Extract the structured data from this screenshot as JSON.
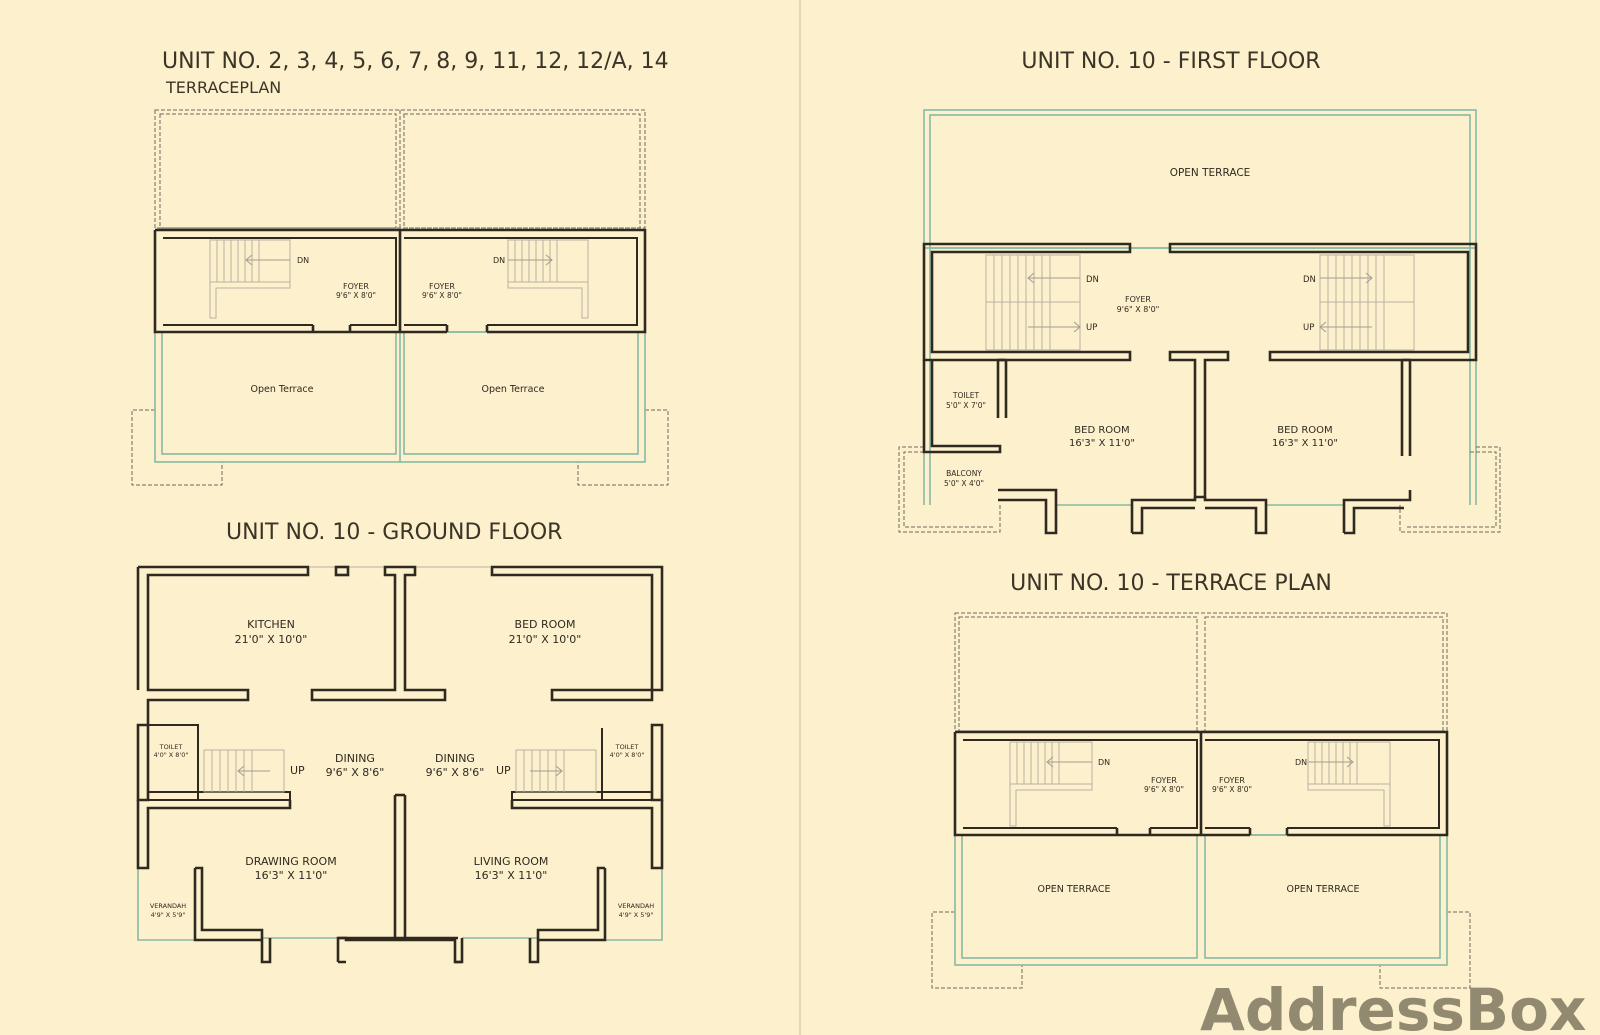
{
  "plans": {
    "p1": {
      "title": "UNIT NO. 2, 3, 4, 5, 6, 7, 8, 9, 11, 12, 12/A, 14",
      "subtitle": "TERRACEPLAN",
      "dn_left": "DN",
      "dn_right": "DN",
      "foyer_left": "FOYER",
      "foyer_left_dim": "9'6\" X 8'0\"",
      "foyer_right": "FOYER",
      "foyer_right_dim": "9'6\" X 8'0\"",
      "terrace_left": "Open Terrace",
      "terrace_right": "Open Terrace"
    },
    "p2": {
      "title": "UNIT NO. 10 - GROUND FLOOR",
      "kitchen": "KITCHEN",
      "kitchen_dim": "21'0\" X 10'0\"",
      "bedroom": "BED ROOM",
      "bedroom_dim": "21'0\" X 10'0\"",
      "toilet_left": "TOILET",
      "toilet_left_dim": "4'0\" X 8'0\"",
      "toilet_right": "TOILET",
      "toilet_right_dim": "4'0\" X 8'0\"",
      "up_left": "UP",
      "up_right": "UP",
      "dining_left": "DINING",
      "dining_left_dim": "9'6\" X 8'6\"",
      "dining_right": "DINING",
      "dining_right_dim": "9'6\" X 8'6\"",
      "drawing": "DRAWING ROOM",
      "drawing_dim": "16'3\" X 11'0\"",
      "living": "LIVING ROOM",
      "living_dim": "16'3\" X 11'0\"",
      "verandah_left": "VERANDAH",
      "verandah_left_dim": "4'9\" X 5'9\"",
      "verandah_right": "VERANDAH",
      "verandah_right_dim": "4'9\" X 5'9\""
    },
    "p3": {
      "title": "UNIT NO. 10 - FIRST FLOOR",
      "open_terrace": "OPEN TERRACE",
      "dn_left": "DN",
      "up_left": "UP",
      "dn_right": "DN",
      "up_right": "UP",
      "foyer": "FOYER",
      "foyer_dim": "9'6\" X 8'0\"",
      "toilet": "TOILET",
      "toilet_dim": "5'0\" X 7'0\"",
      "balcony": "BALCONY",
      "balcony_dim": "5'0\" X 4'0\"",
      "bed_left": "BED ROOM",
      "bed_left_dim": "16'3\" X 11'0\"",
      "bed_right": "BED ROOM",
      "bed_right_dim": "16'3\" X 11'0\""
    },
    "p4": {
      "title": "UNIT NO. 10 - TERRACE PLAN",
      "dn_left": "DN",
      "dn_right": "DN",
      "foyer_left": "FOYER",
      "foyer_left_dim": "9'6\" X 8'0\"",
      "foyer_right": "FOYER",
      "foyer_right_dim": "9'6\" X 8'0\"",
      "terrace_left": "OPEN TERRACE",
      "terrace_right": "OPEN TERRACE"
    }
  },
  "watermark": "AddressBox"
}
